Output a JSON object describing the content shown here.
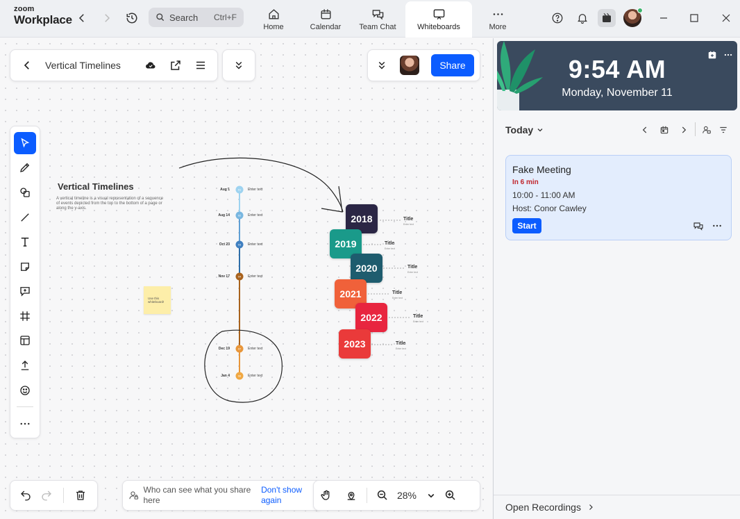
{
  "app": {
    "logo_top": "zoom",
    "logo_bottom": "Workplace"
  },
  "search": {
    "label": "Search",
    "shortcut": "Ctrl+F"
  },
  "nav": [
    {
      "label": "Home",
      "icon": "home-icon"
    },
    {
      "label": "Calendar",
      "icon": "calendar-icon"
    },
    {
      "label": "Team Chat",
      "icon": "chat-icon"
    },
    {
      "label": "Whiteboards",
      "icon": "whiteboard-icon",
      "active": true
    },
    {
      "label": "More",
      "icon": "more-icon"
    }
  ],
  "whiteboard": {
    "name": "Vertical Timelines",
    "share_label": "Share",
    "zoom": "28%",
    "share_notice": "Who can see what you share here",
    "dont_show": "Don't show again",
    "content": {
      "title": "Vertical Timelines",
      "description": "A vertical timeline is a visual representation of a sequence of events depicted from the top to the bottom of a page or along the y-axis.",
      "sticky_note": "Use this whiteboard!",
      "timeline": [
        {
          "date": "Aug 1",
          "num": "01",
          "text": "Enter text",
          "color": "#9ed3f0"
        },
        {
          "date": "Aug 14",
          "num": "02",
          "text": "Enter text",
          "color": "#78b6e0"
        },
        {
          "date": "Oct 23",
          "num": "03",
          "text": "Enter text",
          "color": "#3f7fc0"
        },
        {
          "date": "Nov 17",
          "num": "04",
          "text": "Enter text",
          "color": "#a8621d"
        },
        {
          "date": "Dec 19",
          "num": "07",
          "text": "Enter text",
          "color": "#e8963a"
        },
        {
          "date": "Jan 4",
          "num": "08",
          "text": "Enter text",
          "color": "#f0a843"
        }
      ],
      "years": [
        {
          "year": "2018",
          "title": "Title",
          "sub": "Enter text",
          "color": "#2b2645"
        },
        {
          "year": "2019",
          "title": "Title",
          "sub": "Enter text",
          "color": "#1a9a8a"
        },
        {
          "year": "2020",
          "title": "Title",
          "sub": "Enter text",
          "color": "#1e5c6e"
        },
        {
          "year": "2021",
          "title": "Title",
          "sub": "Enter text",
          "color": "#f0613a"
        },
        {
          "year": "2022",
          "title": "Title",
          "sub": "Enter text",
          "color": "#e8253f"
        },
        {
          "year": "2023",
          "title": "Title",
          "sub": "Enter text",
          "color": "#ea3a3a"
        }
      ]
    }
  },
  "panel": {
    "time": "9:54 AM",
    "date": "Monday, November 11",
    "today_label": "Today",
    "meeting": {
      "title": "Fake Meeting",
      "starts_in": "In 6 min",
      "time": "10:00 - 11:00 AM",
      "host": "Host: Conor Cawley",
      "start_label": "Start"
    },
    "recordings_label": "Open Recordings"
  },
  "colors": {
    "accent": "#0b5cff",
    "alert": "#c0262d"
  }
}
